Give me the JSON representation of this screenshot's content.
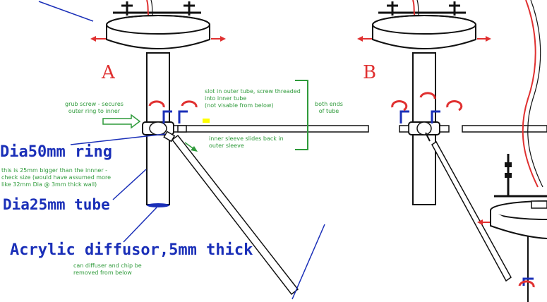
{
  "labels": {
    "letter_a": "A",
    "letter_b": "B",
    "grub_screw": "grub screw - secures\nouter ring to inner",
    "slot": "slot in outer tube, screw threaded\ninto inner tube\n(not visable from below)",
    "both_ends": "both ends\nof tube",
    "inner_sleeve": "inner sleeve slides back in\nouter sleeve",
    "ring": "Dia50mm ring",
    "ring_note": "this is 25mm bigger than the innner -\ncheck size (would have assumed more\nlike 32mm Dia @ 3mm thick wall)",
    "tube": "Dia25mm tube",
    "diffusor": "Acrylic diffusor,5mm thick",
    "diffusor_note": "can diffuser and chip be\nremoved from below"
  },
  "colors": {
    "ink": "#111111",
    "annotation_blue": "#1a2fb8",
    "arrow_red": "#e03030",
    "note_green": "#2e9a3a",
    "highlight": "#ffff00"
  }
}
